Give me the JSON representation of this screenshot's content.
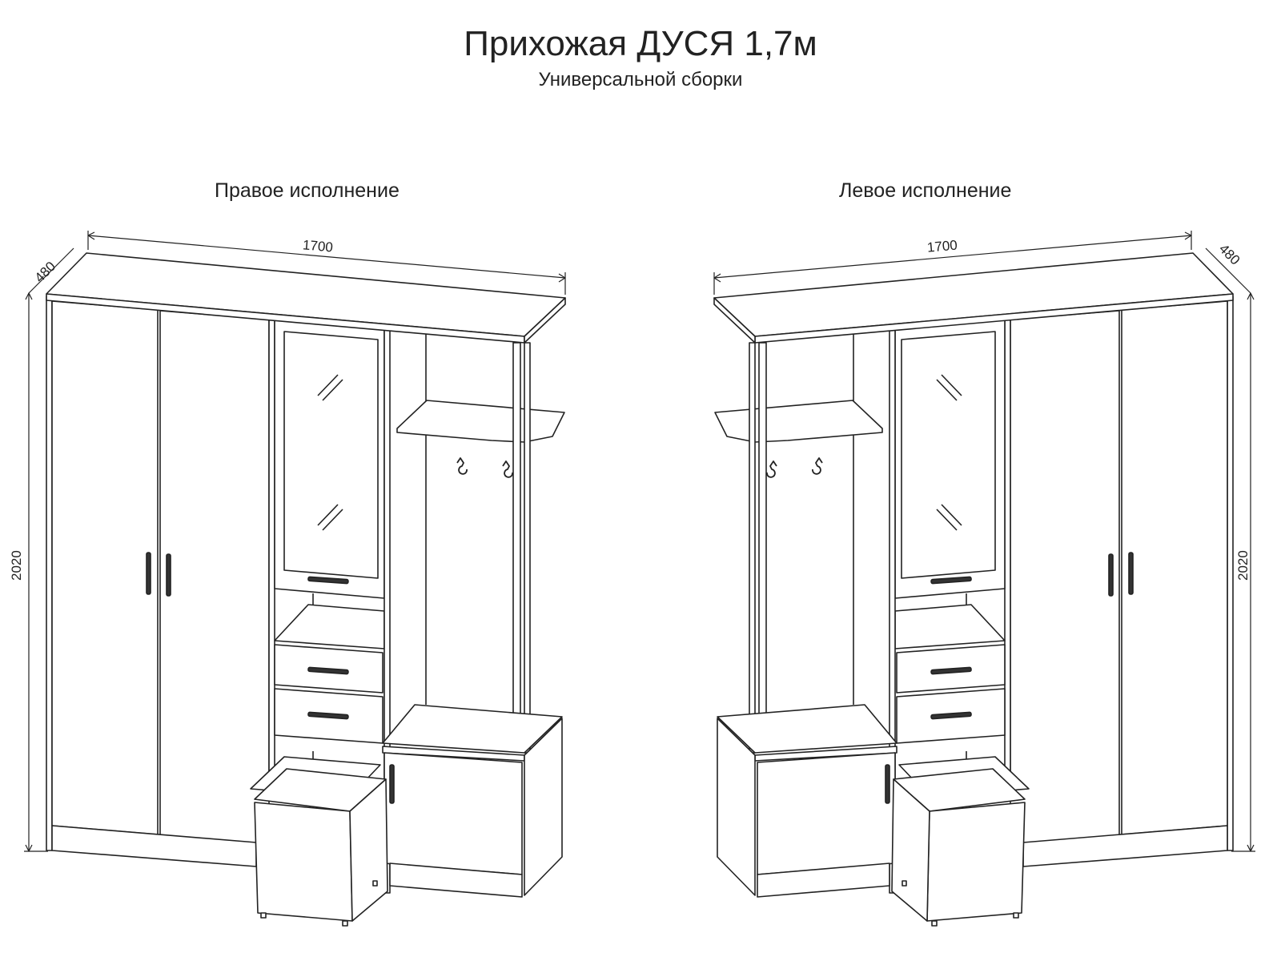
{
  "header": {
    "title": "Прихожая ДУСЯ 1,7м",
    "subtitle": "Универсальной сборки"
  },
  "variants": [
    {
      "label": "Правое исполнение",
      "width": "1700",
      "depth": "480",
      "height": "2020"
    },
    {
      "label": "Левое исполнение",
      "width": "1700",
      "depth": "480",
      "height": "2020"
    }
  ]
}
